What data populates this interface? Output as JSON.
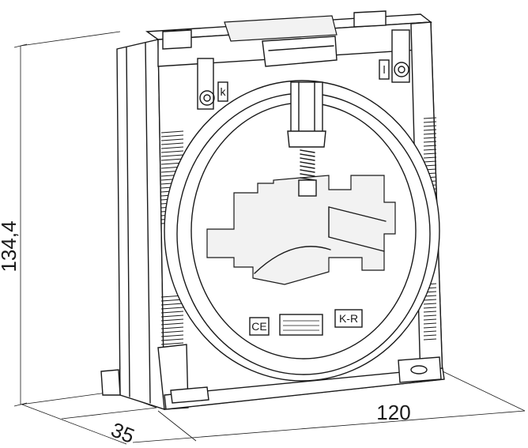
{
  "dimensions": {
    "height": "134,4",
    "depth": "35",
    "width": "120"
  },
  "markings": {
    "ce_mark": "CE",
    "brand_mark": "K-R",
    "terminal_k": "k",
    "terminal_l": "l"
  }
}
